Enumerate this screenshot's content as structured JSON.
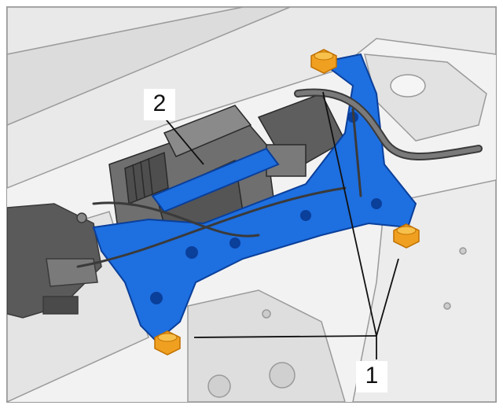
{
  "callouts": [
    {
      "number": "1",
      "part": "nut"
    },
    {
      "number": "2",
      "part": "compressor"
    }
  ],
  "colors": {
    "bracket": "#1e6fe0",
    "bracket_dark": "#0a3f9a",
    "nut": "#f0a020",
    "nut_dark": "#c07000",
    "compressor": "#6f6f6f",
    "line_art": "#3a3a3a",
    "body_panel": "#e6e6e6"
  },
  "icons": [
    "nut-icon"
  ]
}
